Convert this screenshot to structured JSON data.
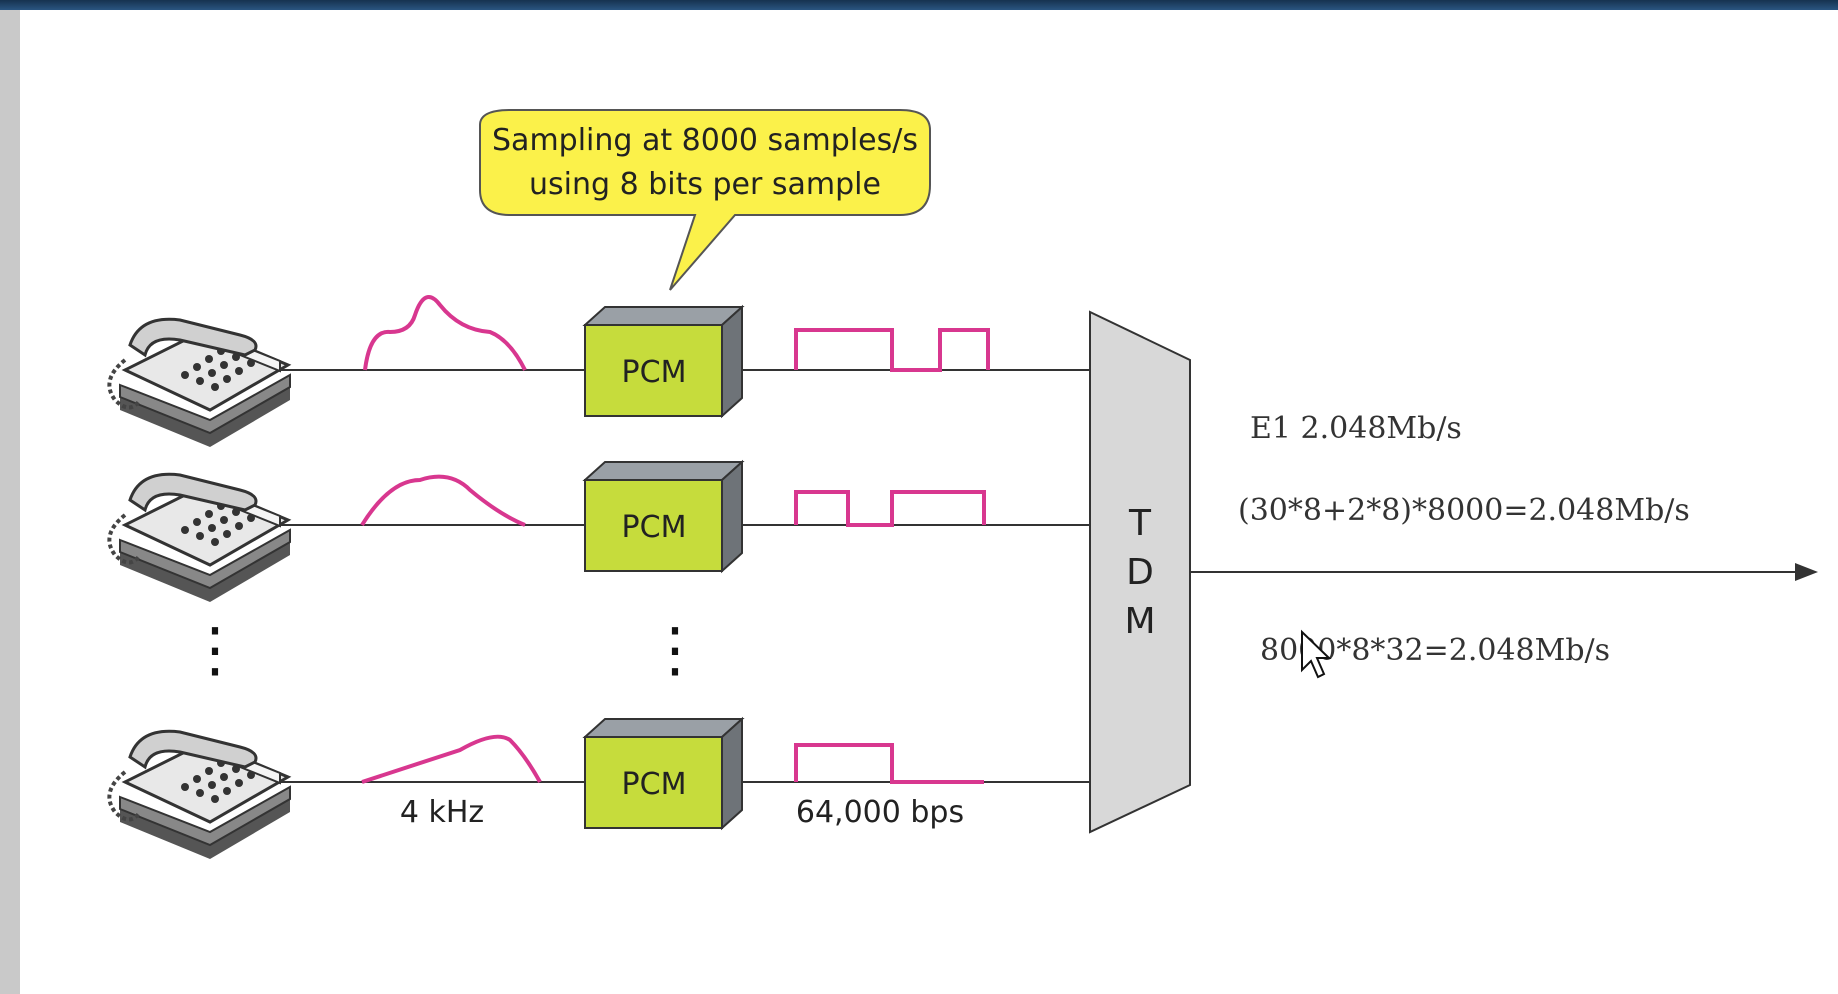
{
  "callout": {
    "line1": "Sampling at 8000 samples/s",
    "line2": "using 8 bits per sample"
  },
  "channels": [
    {
      "encoder_label": "PCM"
    },
    {
      "encoder_label": "PCM"
    },
    {
      "encoder_label": "PCM"
    }
  ],
  "ellipsis": "⋮",
  "labels": {
    "analog_bandwidth": "4 kHz",
    "digital_rate": "64,000 bps"
  },
  "multiplexer": {
    "letters": [
      "T",
      "D",
      "M"
    ]
  },
  "annotations": {
    "line1": "E1 2.048Mb/s",
    "line2": "(30*8+2*8)*8000=2.048Mb/s",
    "line3": "8000*8*32=2.048Mb/s"
  },
  "colors": {
    "signal": "#d8378f",
    "pcm_front": "#c6dc3c",
    "pcm_top": "#9aa0a6",
    "pcm_side": "#6e7378",
    "callout_fill": "#fbf14a",
    "tdm_fill": "#d8d8d8"
  }
}
